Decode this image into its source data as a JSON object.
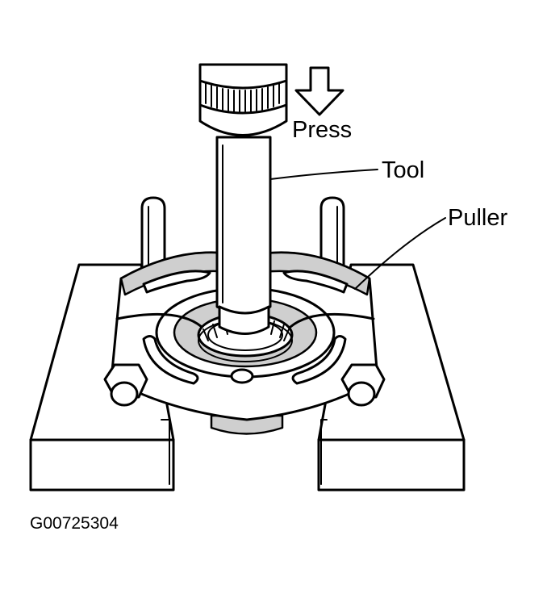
{
  "labels": {
    "press": "Press",
    "tool": "Tool",
    "puller": "Puller"
  },
  "figure_code": "G00725304",
  "colors": {
    "line": "#000000",
    "background": "#ffffff",
    "shade": "#cfcfcf"
  },
  "icons": {
    "press_direction": "down-arrow-icon"
  }
}
